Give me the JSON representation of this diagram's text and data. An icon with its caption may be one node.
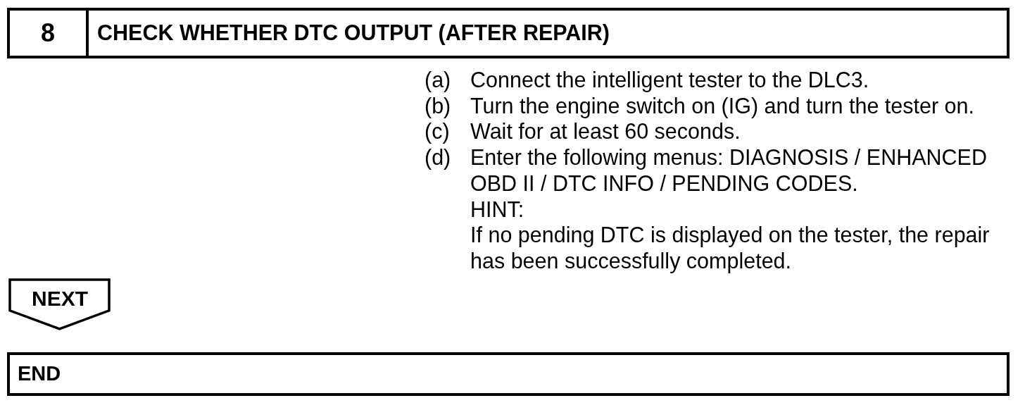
{
  "diagram": {
    "nodes": [
      {
        "text": [
          "8"
        ]
      },
      {
        "text": [
          "CHECK WHETHER DTC OUTPUT (AFTER REPAIR)"
        ]
      },
      {
        "text": [
          "NEXT"
        ]
      },
      {
        "text": [
          "END"
        ]
      }
    ],
    "labels": [
      "(a)",
      "Connect the intelligent tester to the DLC3.",
      "(b)",
      "Turn the engine switch on (IG) and turn the tester on.",
      "(c)",
      "Wait for at least 60 seconds.",
      "(d)",
      "Enter the following menus: DIAGNOSIS / ENHANCED OBD II / DTC INFO / PENDING CODES.",
      "HINT:",
      "If no pending DTC is displayed on the tester, the repair has been successfully completed."
    ]
  }
}
